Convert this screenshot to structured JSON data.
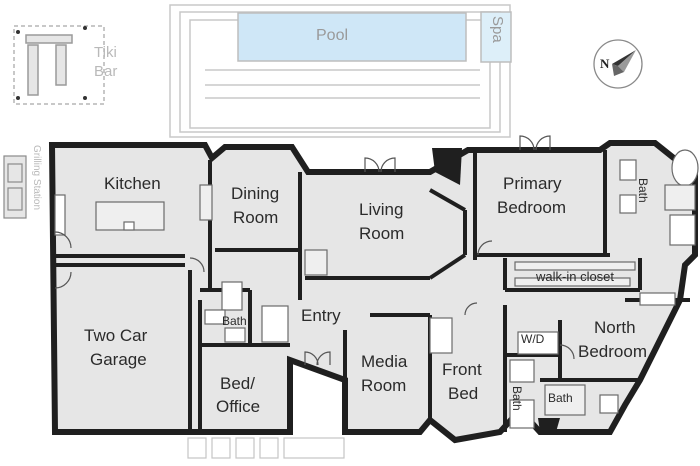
{
  "exterior": {
    "pool": "Pool",
    "spa": "Spa",
    "tiki_bar_line1": "Tiki",
    "tiki_bar_line2": "Bar",
    "grilling_station": "Grilling Station"
  },
  "rooms": {
    "kitchen": "Kitchen",
    "dining_line1": "Dining",
    "dining_line2": "Room",
    "living_line1": "Living",
    "living_line2": "Room",
    "primary_line1": "Primary",
    "primary_line2": "Bedroom",
    "primary_bath": "Bath",
    "walk_in_closet": "walk-in closet",
    "garage_line1": "Two Car",
    "garage_line2": "Garage",
    "bath_center": "Bath",
    "entry": "Entry",
    "bed_office_line1": "Bed/",
    "bed_office_line2": "Office",
    "media_line1": "Media",
    "media_line2": "Room",
    "front_bed_line1": "Front",
    "front_bed_line2": "Bed",
    "wd": "W/D",
    "north_bed_line1": "North",
    "north_bed_line2": "Bedroom",
    "bath_small": "Bath",
    "bath_right": "Bath"
  },
  "compass": {
    "letter": "N",
    "icon": "compass-arrow-icon"
  },
  "colors": {
    "wall": "#1f1f1f",
    "floor": "#e6e6e6",
    "pool_water": "#cfe7f7",
    "outline_light": "#c8c8c8",
    "label": "#2b2b2b"
  }
}
